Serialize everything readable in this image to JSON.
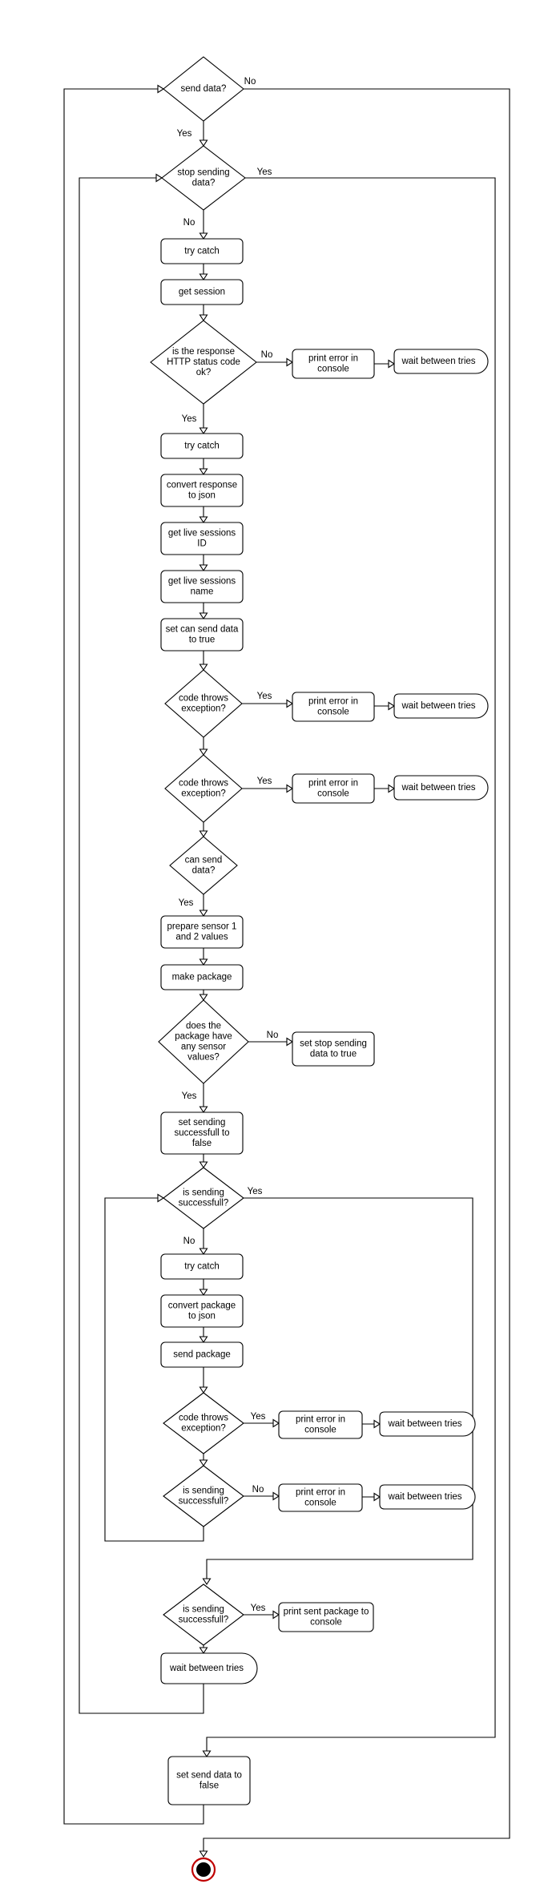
{
  "nodes": {
    "d_send_data": [
      "send data?"
    ],
    "d_stop_sending": [
      "stop sending",
      "data?"
    ],
    "p_try_catch_1": [
      "try catch"
    ],
    "p_get_session": [
      "get session"
    ],
    "d_http_ok": [
      "is the response",
      "HTTP status code",
      "ok?"
    ],
    "p_print_error_1": [
      "print error in",
      "console"
    ],
    "t_wait_1": [
      "wait between tries"
    ],
    "p_try_catch_2": [
      "try catch"
    ],
    "p_convert_response": [
      "convert response",
      "to json"
    ],
    "p_get_live_id": [
      "get live sessions",
      "ID"
    ],
    "p_get_live_name": [
      "get live sessions",
      "name"
    ],
    "p_set_can_send": [
      "set can send data",
      "to true"
    ],
    "d_exception_1": [
      "code throws",
      "exception?"
    ],
    "p_print_error_2": [
      "print error in",
      "console"
    ],
    "t_wait_2": [
      "wait between tries"
    ],
    "d_exception_2": [
      "code throws",
      "exception?"
    ],
    "p_print_error_3": [
      "print error in",
      "console"
    ],
    "t_wait_3": [
      "wait between tries"
    ],
    "d_can_send": [
      "can send",
      "data?"
    ],
    "p_prepare_sensor": [
      "prepare sensor 1",
      "and 2 values"
    ],
    "p_make_package": [
      "make package"
    ],
    "d_package_values": [
      "does the",
      "package have",
      "any sensor",
      "values?"
    ],
    "p_set_stop_sending": [
      "set stop sending",
      "data to true"
    ],
    "p_set_sending_false": [
      "set sending",
      "successfull to",
      "false"
    ],
    "d_sending_success_1": [
      "is sending",
      "successfull?"
    ],
    "p_try_catch_3": [
      "try catch"
    ],
    "p_convert_package": [
      "convert package",
      "to json"
    ],
    "p_send_package": [
      "send package"
    ],
    "d_exception_3": [
      "code throws",
      "exception?"
    ],
    "p_print_error_4": [
      "print error in",
      "console"
    ],
    "t_wait_4": [
      "wait between tries"
    ],
    "d_sending_success_2": [
      "is sending",
      "successfull?"
    ],
    "p_print_error_5": [
      "print error in",
      "console"
    ],
    "t_wait_5": [
      "wait between tries"
    ],
    "d_sending_success_3": [
      "is sending",
      "successfull?"
    ],
    "p_print_sent": [
      "print sent package to",
      "console"
    ],
    "t_wait_6": [
      "wait between tries"
    ],
    "p_set_send_false": [
      "set send data to",
      "false"
    ]
  },
  "edge_labels": {
    "send_data_no": "No",
    "send_data_yes": "Yes",
    "stop_sending_yes": "Yes",
    "stop_sending_no": "No",
    "http_ok_no": "No",
    "http_ok_yes": "Yes",
    "exception_1_yes": "Yes",
    "exception_2_yes": "Yes",
    "can_send_yes": "Yes",
    "package_values_no": "No",
    "package_values_yes": "Yes",
    "sending_success_1_yes": "Yes",
    "sending_success_1_no": "No",
    "exception_3_yes": "Yes",
    "sending_success_2_no": "No",
    "sending_success_3_yes": "Yes"
  }
}
